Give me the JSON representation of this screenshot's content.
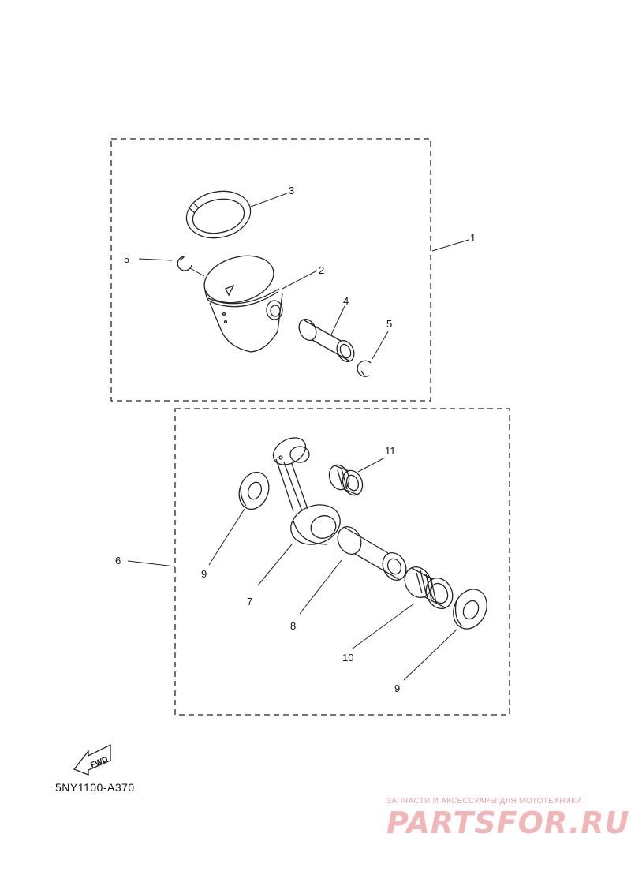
{
  "diagram": {
    "reference_code": "5NY1100-A370",
    "fwd_label": "FWD",
    "callouts": {
      "c1": "1",
      "c2": "2",
      "c3": "3",
      "c4": "4",
      "c5a": "5",
      "c5b": "5",
      "c6": "6",
      "c7": "7",
      "c8": "8",
      "c9a": "9",
      "c9b": "9",
      "c10": "10",
      "c11": "11"
    }
  },
  "watermark": {
    "caption": "ЗАПЧАСТИ И АКСЕССУАРЫ ДЛЯ МОТОТЕХНИКИ",
    "logo": "PARTSFOR.RU"
  }
}
